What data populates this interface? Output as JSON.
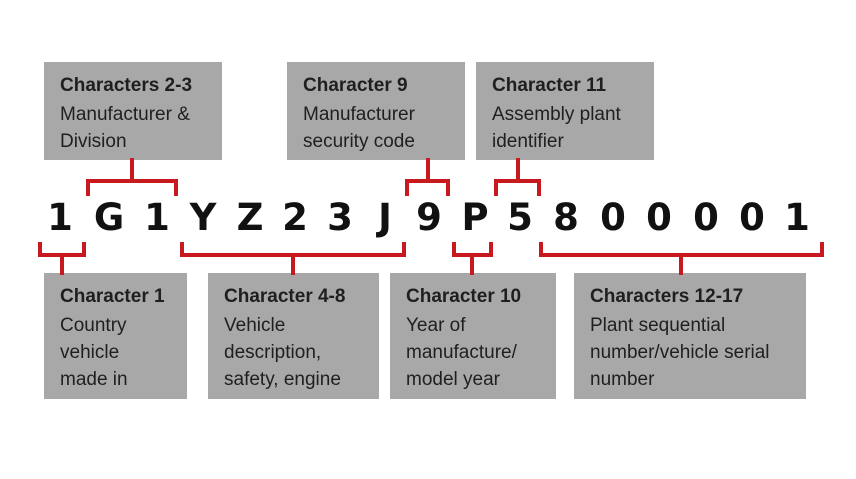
{
  "accent_color": "#c8191e",
  "box_color": "#a8a8a8",
  "top_boxes": [
    {
      "title": "Characters 2-3",
      "desc": "Manufacturer &\nDivision"
    },
    {
      "title": "Character 9",
      "desc": "Manufacturer\nsecurity code"
    },
    {
      "title": "Character 11",
      "desc": "Assembly plant\nidentifier"
    }
  ],
  "bottom_boxes": [
    {
      "title": "Character 1",
      "desc": "Country\nvehicle\nmade in"
    },
    {
      "title": "Character 4-8",
      "desc": "Vehicle\ndescription,\nsafety, engine"
    },
    {
      "title": "Character 10",
      "desc": "Year of\nmanufacture/\nmodel year"
    },
    {
      "title": "Characters 12-17",
      "desc": "Plant sequential\nnumber/vehicle serial\nnumber"
    }
  ],
  "vin": [
    "1",
    "G",
    "1",
    "Y",
    "Z",
    "2",
    "3",
    "J",
    "9",
    "P",
    "5",
    "8",
    "0",
    "0",
    "0",
    "0",
    "1"
  ]
}
